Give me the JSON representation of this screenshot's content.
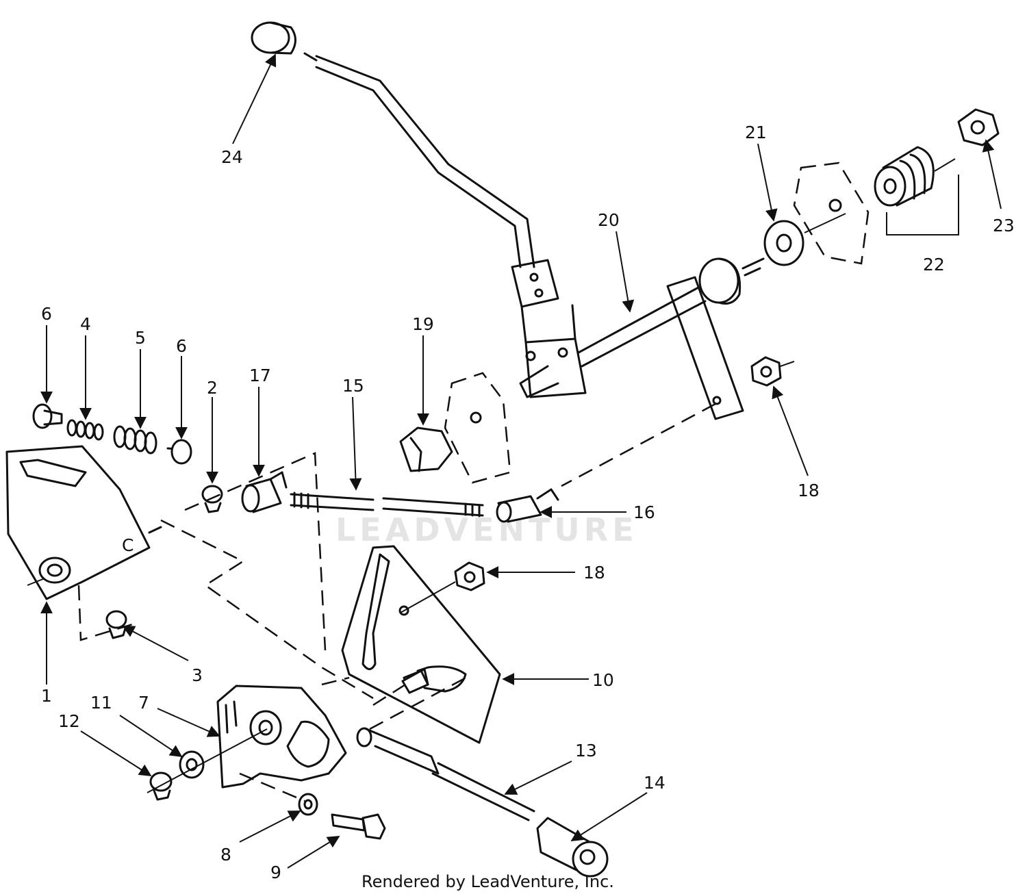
{
  "watermark": "LEADVENTURE",
  "credit": "Rendered by LeadVenture, Inc.",
  "callouts": {
    "c1": "1",
    "c2": "2",
    "c3": "3",
    "c4": "4",
    "c5": "5",
    "c6a": "6",
    "c6b": "6",
    "c7": "7",
    "c8": "8",
    "c9": "9",
    "c10": "10",
    "c11": "11",
    "c12": "12",
    "c13": "13",
    "c14": "14",
    "c15": "15",
    "c16": "16",
    "c17": "17",
    "c18a": "18",
    "c18b": "18",
    "c19": "19",
    "c20": "20",
    "c21": "21",
    "c22": "22",
    "c23": "23",
    "c24": "24"
  }
}
